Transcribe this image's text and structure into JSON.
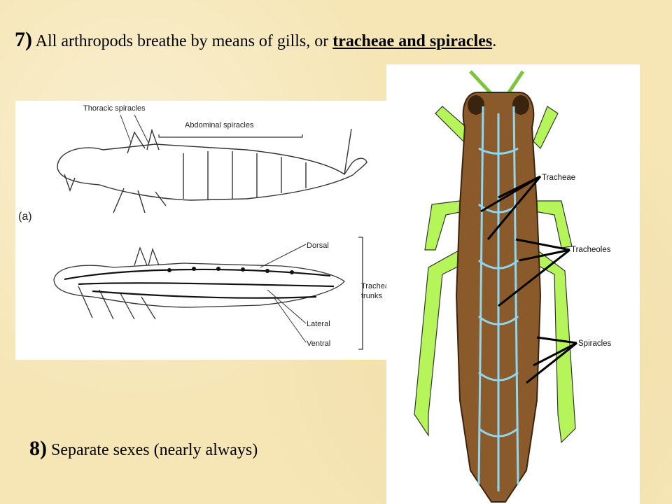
{
  "point7": {
    "number": "7)",
    "text": " All arthropods breathe by means of gills, or ",
    "keyword": "tracheae and spiracles",
    "end": "."
  },
  "point8": {
    "number": "8)",
    "text": " Separate sexes (nearly always)"
  },
  "figure_left": {
    "panel_label": "(a)",
    "label_thoracic": "Thoracic spiracles",
    "label_abdominal": "Abdominal spiracles",
    "label_dorsal": "Dorsal",
    "label_lateral": "Lateral",
    "label_ventral": "Ventral",
    "label_trunks_1": "Tracheal",
    "label_trunks_2": "trunks"
  },
  "figure_right": {
    "label_tracheae": "Tracheae",
    "label_tracheoles": "Tracheoles",
    "label_spiracles": "Spiracles",
    "colors": {
      "body": "#8b5a2b",
      "legs": "#b6f55a",
      "tracheae": "#8fd6f0"
    }
  }
}
